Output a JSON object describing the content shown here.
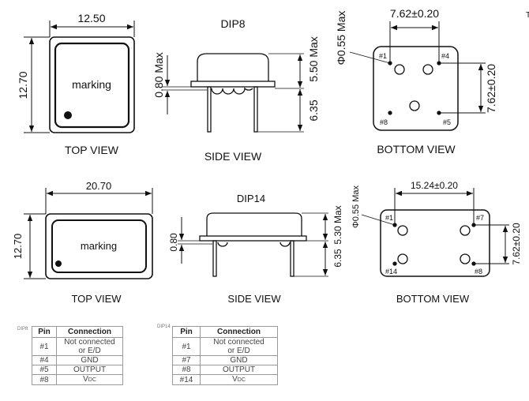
{
  "dip8": {
    "title": "DIP8",
    "top_view": {
      "width": "12.50",
      "height": "12.70",
      "marking": "marking",
      "label": "TOP VIEW"
    },
    "side_view": {
      "lead_thickness": "0.80 Max",
      "body_height": "5.50 Max",
      "lead_length": "6.35",
      "label": "SIDE VIEW"
    },
    "bottom_view": {
      "pin_dia": "Φ0.55 Max",
      "pitch_x": "7.62±0.20",
      "pitch_y": "7.62±0.20",
      "pins": [
        "#1",
        "#4",
        "#8",
        "#5"
      ],
      "label": "BOTTOM VIEW"
    },
    "table": {
      "tag": "DIP8",
      "headers": [
        "Pin",
        "Connection"
      ],
      "rows": [
        {
          "pin": "#1",
          "conn1": "Not connected",
          "conn2": "or E/D"
        },
        {
          "pin": "#4",
          "conn": "GND"
        },
        {
          "pin": "#5",
          "conn": "OUTPUT"
        },
        {
          "pin": "#8",
          "conn_main": "V",
          "conn_sub": "DC"
        }
      ]
    }
  },
  "dip14": {
    "title": "DIP14",
    "top_view": {
      "width": "20.70",
      "height": "12.70",
      "marking": "marking",
      "label": "TOP VIEW"
    },
    "side_view": {
      "lead_thickness": "0.80",
      "body_height": "5.30 Max",
      "lead_length": "6.35",
      "label": "SIDE VIEW"
    },
    "bottom_view": {
      "pin_dia": "Φ0.55 Max",
      "pitch_x": "15.24±0.20",
      "pitch_y": "7.62±0.20",
      "pins": [
        "#1",
        "#7",
        "#14",
        "#8"
      ],
      "label": "BOTTOM VIEW"
    },
    "table": {
      "tag": "DIP14",
      "headers": [
        "Pin",
        "Connection"
      ],
      "rows": [
        {
          "pin": "#1",
          "conn1": "Not connected",
          "conn2": "or E/D"
        },
        {
          "pin": "#7",
          "conn": "GND"
        },
        {
          "pin": "#8",
          "conn": "OUTPUT"
        },
        {
          "pin": "#14",
          "conn_main": "V",
          "conn_sub": "DC"
        }
      ]
    }
  },
  "edge_text": "T"
}
